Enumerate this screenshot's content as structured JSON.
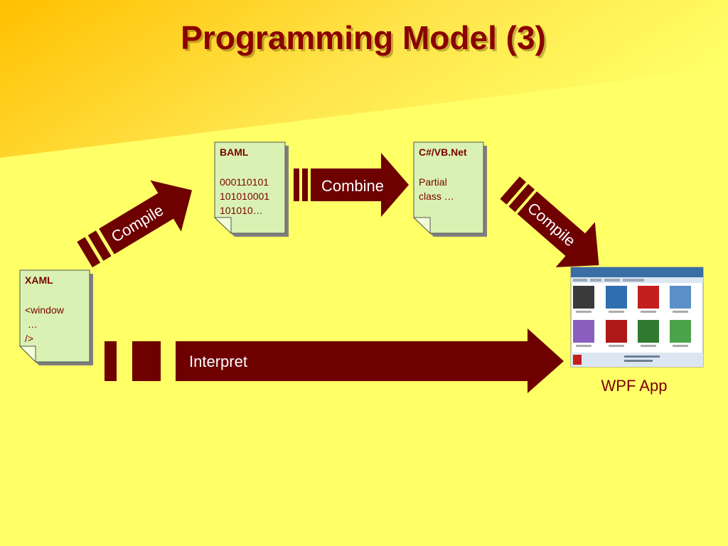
{
  "slide": {
    "title": "Programming Model (3)",
    "colors": {
      "background": "#ffff66",
      "gradient_band": "#ffcc00",
      "title": "#8b0000",
      "arrow": "#6e0000",
      "note_fill": "#d9f2b3",
      "note_text": "#7a0000"
    }
  },
  "notes": {
    "xaml": {
      "header": "XAML",
      "lines": [
        "<window",
        " …",
        "/>"
      ]
    },
    "baml": {
      "header": "BAML",
      "lines": [
        "000110101",
        "101010001",
        "101010…"
      ]
    },
    "csharp": {
      "header": "C#/VB.Net",
      "lines": [
        "Partial",
        "class …"
      ]
    }
  },
  "arrows": {
    "compile_left": "Compile",
    "combine": "Combine",
    "compile_right": "Compile",
    "interpret": "Interpret"
  },
  "app": {
    "caption": "WPF App",
    "icon": "wpf-app-screenshot-icon"
  }
}
